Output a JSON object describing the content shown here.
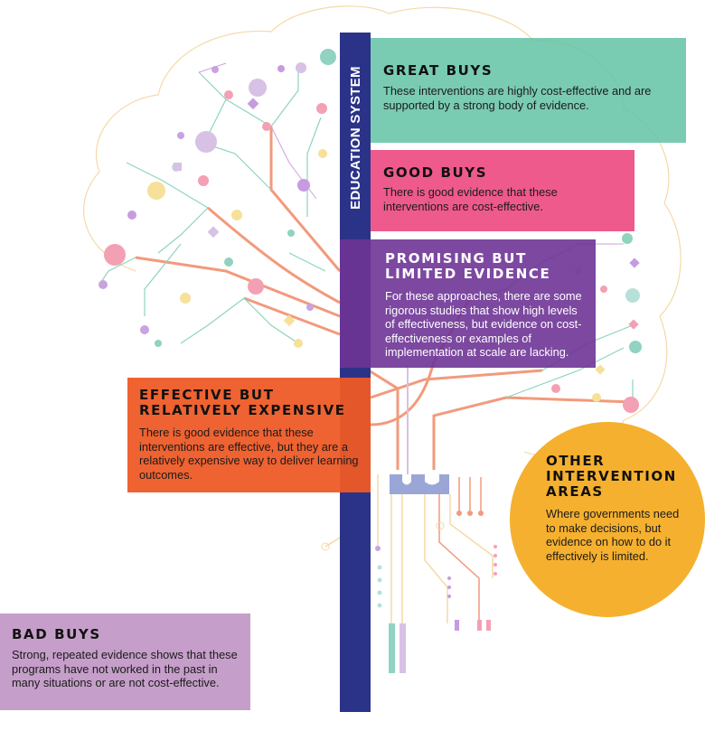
{
  "trunk": {
    "label": "EDUCATION SYSTEM",
    "color": "#2b3388"
  },
  "categories": {
    "great_buys": {
      "title": "GREAT BUYS",
      "description": "These interventions are highly cost-effective and are supported by a strong body of evidence.",
      "color": "#66c4a6"
    },
    "good_buys": {
      "title": "GOOD BUYS",
      "description": "There is good evidence that these interventions are cost-effective.",
      "color": "#ec4880"
    },
    "promising": {
      "title_line1": "PROMISING BUT",
      "title_line2": "LIMITED EVIDENCE",
      "description": "For these approaches, there are some rigorous studies that show high levels of effectiveness, but evidence on cost-effectiveness or examples of implementation at scale are lacking.",
      "color": "#6e3496"
    },
    "effective_expensive": {
      "title_line1": "EFFECTIVE BUT",
      "title_line2": "RELATIVELY EXPENSIVE",
      "description": "There is good evidence that these interventions are effective, but they are a relatively expensive way to deliver learning outcomes.",
      "color": "#ee5a26"
    },
    "other_areas": {
      "title_line1": "OTHER",
      "title_line2": "INTERVENTION",
      "title_line3": "AREAS",
      "description": "Where governments need to make decisions, but evidence on how to do it effectively is limited.",
      "color": "#f5b02f"
    },
    "bad_buys": {
      "title": "BAD BUYS",
      "description": "Strong, repeated evidence shows that these programs have not worked in the past in many situations or are not cost-effective.",
      "color": "#c59ec9"
    }
  }
}
